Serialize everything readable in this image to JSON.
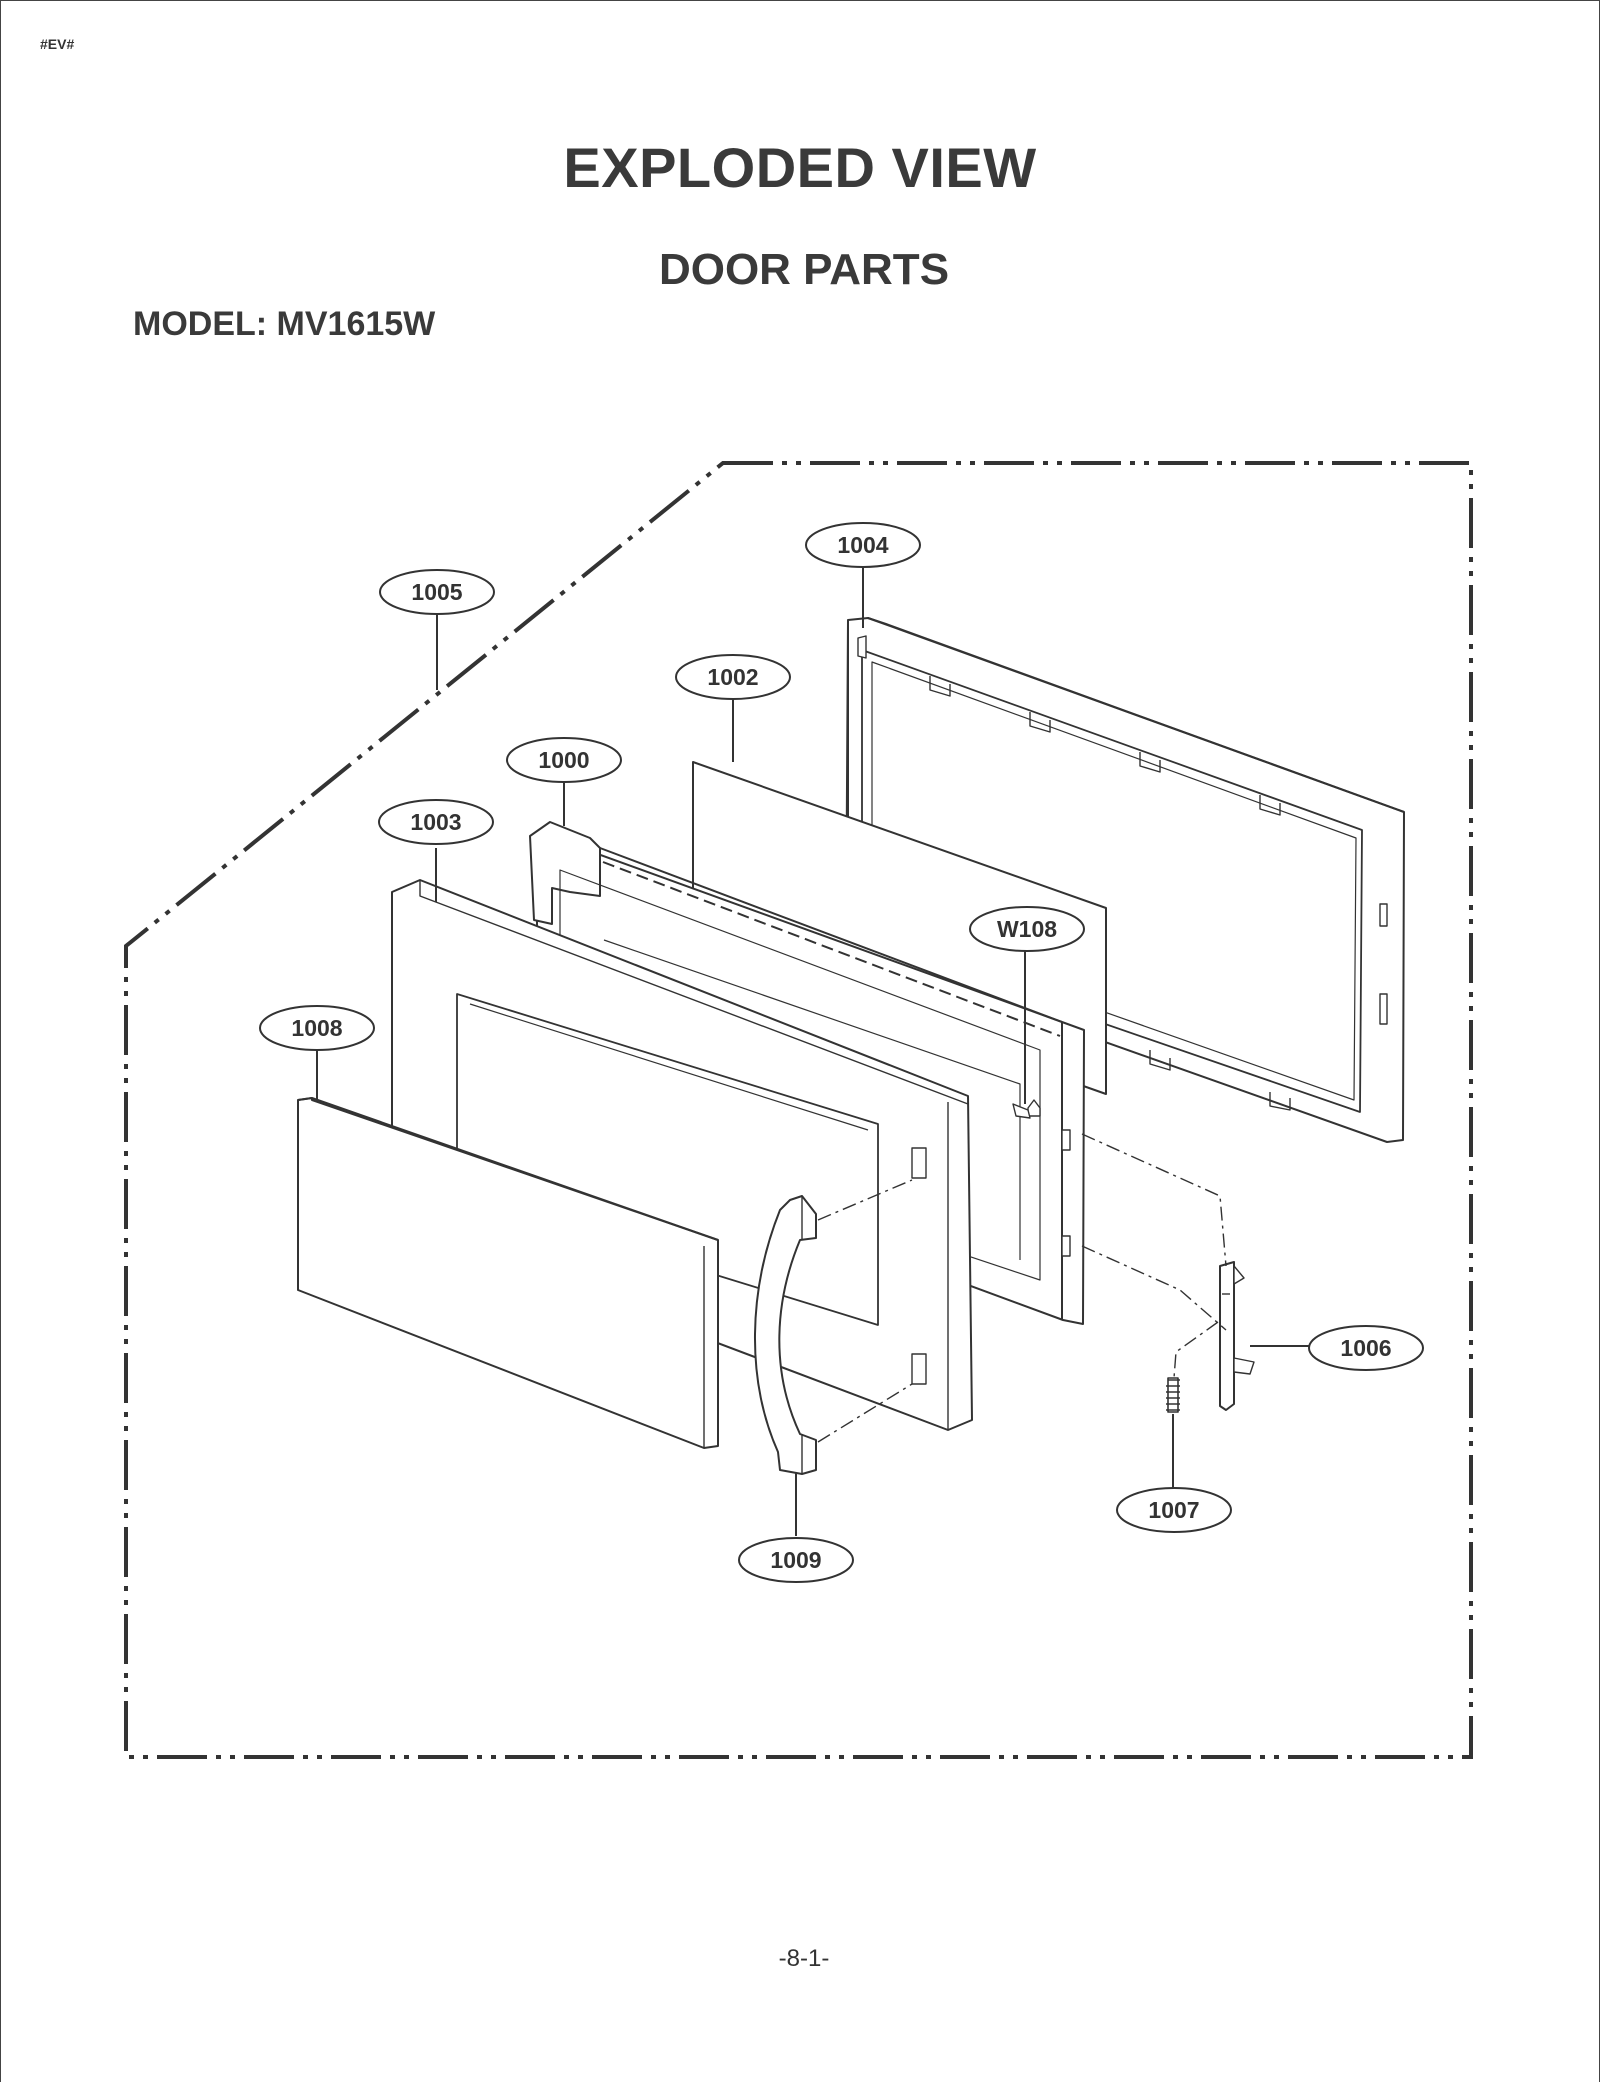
{
  "header": {
    "tag": "#EV#",
    "title": "EXPLODED VIEW",
    "subtitle": "DOOR PARTS",
    "model": "MODEL: MV1615W"
  },
  "footer": {
    "page": "-8-1-"
  },
  "callouts": {
    "c1004": "1004",
    "c1005": "1005",
    "c1002": "1002",
    "c1000": "1000",
    "c1003": "1003",
    "cW108": "W108",
    "c1008": "1008",
    "c1006": "1006",
    "c1007": "1007",
    "c1009": "1009"
  },
  "colors": {
    "line": "#333333",
    "background": "#ffffff"
  }
}
